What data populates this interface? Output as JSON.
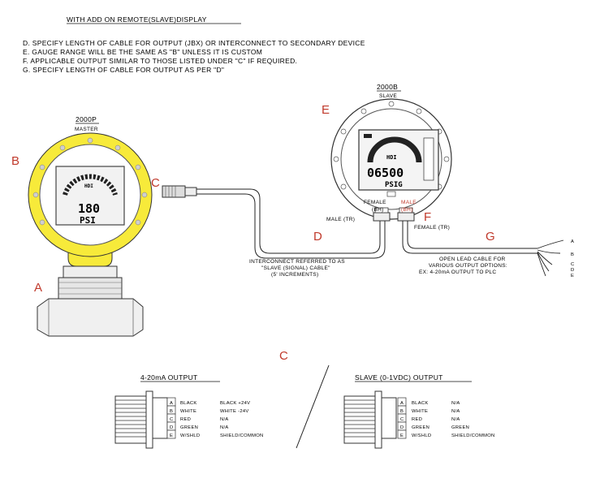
{
  "title": "WITH ADD ON REMOTE(SLAVE)DISPLAY",
  "notes": [
    "D. SPECIFY LENGTH OF CABLE FOR OUTPUT (JBX) OR INTERCONNECT TO SECONDARY DEVICE",
    "E. GAUGE RANGE WILL BE THE SAME AS \"B\" UNLESS IT IS CUSTOM",
    "F. APPLICABLE OUTPUT SIMILAR TO THOSE LISTED UNDER \"C\" IF REQUIRED.",
    "G. SPECIFY LENGTH OF CABLE FOR OUTPUT AS PER \"D\""
  ],
  "master": {
    "model": "2000P",
    "role": "MASTER",
    "reading": "180",
    "unit": "PSI",
    "brand": "HDI"
  },
  "slave": {
    "model": "2000B",
    "role": "SLAVE",
    "reading": "06500",
    "unit": "PSIG",
    "brand": "HDI"
  },
  "letters": {
    "a": "A",
    "b": "B",
    "c": "C",
    "c2": "C",
    "d": "D",
    "e": "E",
    "f": "F",
    "g": "G"
  },
  "connectors": {
    "female_bh": "FEMALE",
    "female_bh_sub": "(BH)",
    "male_bh": "MALE",
    "male_bh_sub": "(BH)",
    "male_tr": "MALE (TR)",
    "female_tr": "FEMALE (TR)"
  },
  "interconnect_label": [
    "INTERCONNECT REFERRED TO AS",
    "\"SLAVE (SIGNAL) CABLE\"",
    "(5' INCREMENTS)"
  ],
  "open_lead_label": [
    "OPEN LEAD CABLE FOR",
    "VARIOUS OUTPUT OPTIONS:",
    "EX: 4-20mA OUTPUT TO PLC"
  ],
  "lead_letters": [
    "A",
    "B",
    "C",
    "D",
    "E"
  ],
  "output_4_20": {
    "title": "4-20mA OUTPUT",
    "rows": [
      {
        "pin": "A",
        "wire": "BLACK",
        "signal": "BLACK +24V"
      },
      {
        "pin": "B",
        "wire": "WHITE",
        "signal": "WHITE -24V"
      },
      {
        "pin": "C",
        "wire": "RED",
        "signal": "N/A"
      },
      {
        "pin": "D",
        "wire": "GREEN",
        "signal": "N/A"
      },
      {
        "pin": "E",
        "wire": "W/SHLD",
        "signal": "SHIELD/COMMON"
      }
    ]
  },
  "output_slave": {
    "title": "SLAVE (0-1VDC) OUTPUT",
    "rows": [
      {
        "pin": "A",
        "wire": "BLACK",
        "signal": "N/A"
      },
      {
        "pin": "B",
        "wire": "WHITE",
        "signal": "N/A"
      },
      {
        "pin": "C",
        "wire": "RED",
        "signal": "N/A"
      },
      {
        "pin": "D",
        "wire": "GREEN",
        "signal": "GREEN"
      },
      {
        "pin": "E",
        "wire": "W/SHLD",
        "signal": "SHIELD/COMMON"
      }
    ]
  },
  "colors": {
    "gauge_yellow": "#f7ea3a",
    "letter_red": "#c0392b",
    "line": "#222222"
  }
}
